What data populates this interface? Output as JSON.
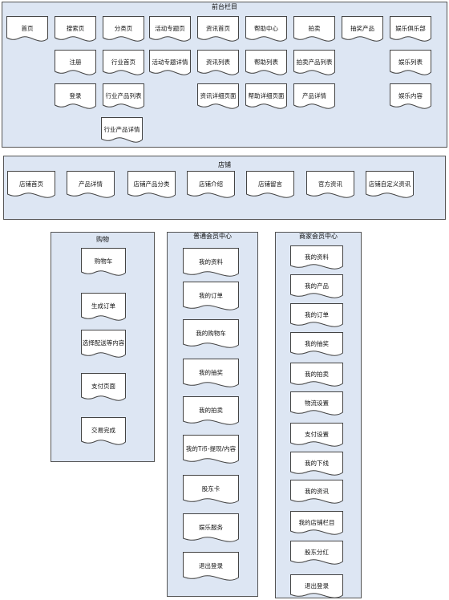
{
  "front": {
    "title": "前台栏目",
    "items": [
      "首页",
      "搜索页",
      "分类页",
      "活动专题页",
      "资讯首页",
      "帮助中心",
      "拍卖",
      "抽奖产品",
      "娱乐俱乐部",
      "注册",
      "行业首页",
      "活动专题详情",
      "资讯列表",
      "帮助列表",
      "拍卖产品列表",
      "娱乐列表",
      "登录",
      "行业产品列表",
      "资讯详细页面",
      "帮助详细页面",
      "产品详情",
      "娱乐内容",
      "行业产品详情"
    ]
  },
  "shop": {
    "title": "店铺",
    "items": [
      "店铺首页",
      "产品详情",
      "店铺产品分类",
      "店铺介绍",
      "店铺留言",
      "官方资讯",
      "店铺自定义资讯"
    ]
  },
  "cart": {
    "title": "购物",
    "items": [
      "购物车",
      "生成订单",
      "选择配送等内容",
      "支付页面",
      "交易完成"
    ]
  },
  "member": {
    "title": "普通会员中心",
    "items": [
      "我的资料",
      "我的订单",
      "我的购物车",
      "我的抽奖",
      "我的拍卖",
      "我的T币-提现/内容",
      "股东卡",
      "娱乐服务",
      "退出登录"
    ]
  },
  "merchant": {
    "title": "商家会员中心",
    "items": [
      "我的资料",
      "我的产品",
      "我的订单",
      "我的抽奖",
      "我的拍卖",
      "物流设置",
      "支付设置",
      "我的下线",
      "我的资讯",
      "我的店铺栏目",
      "股东分红",
      "退出登录"
    ]
  }
}
